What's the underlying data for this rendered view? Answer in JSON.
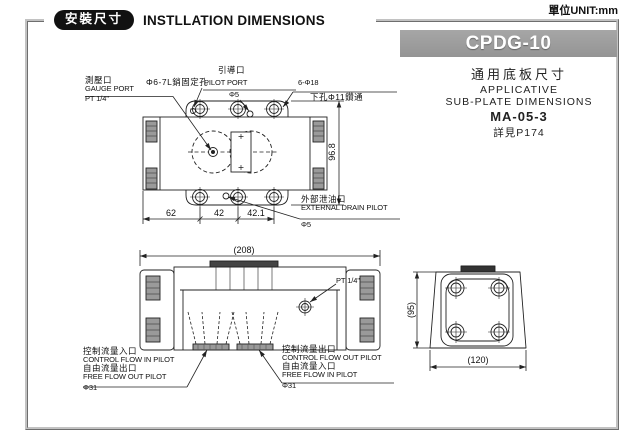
{
  "meta": {
    "unit_note": "單位UNIT:mm"
  },
  "header": {
    "badge": "安裝尺寸",
    "title": "INSTLLATION DIMENSIONS"
  },
  "banner": {
    "model": "CPDG-10"
  },
  "info_panel": {
    "title_zh": "通用底板尺寸",
    "subtitle1": "APPLICATIVE",
    "subtitle2": "SUB-PLATE DIMENSIONS",
    "model_code": "MA-05-3",
    "reference": "詳見P174"
  },
  "top_view": {
    "callouts": {
      "gauge": {
        "zh": "測壓口",
        "en": "GAUGE PORT",
        "size": "PT 1/4\""
      },
      "pin": {
        "text": "Φ6-7L銷固定孔"
      },
      "pilot": {
        "zh": "引導口",
        "en": "PILOT PORT",
        "size": "Φ5"
      },
      "bolt": {
        "line1": "6-Φ18",
        "line2": "下孔Φ11鑽通"
      },
      "drain": {
        "zh": "外部泄油口",
        "en": "EXTERNAL DRAIN PILOT",
        "size": "Φ5"
      }
    },
    "dims": {
      "height": "96.8",
      "seg1": "62",
      "seg2": "42",
      "seg3": "42.1"
    }
  },
  "front_view": {
    "dims": {
      "width": "(208)"
    },
    "pt_port": "PT 1/4\"",
    "callout_left": {
      "zh1": "控制流量入口",
      "en1": "CONTROL FLOW IN PILOT",
      "zh2": "自由流量出口",
      "en2": "FREE FLOW OUT PILOT",
      "size": "Φ31"
    },
    "callout_right": {
      "zh1": "控制流量出口",
      "en1": "CONTROL FLOW OUT PILOT",
      "zh2": "自由流量入口",
      "en2": "FREE FLOW IN PILOT",
      "size": "Φ31"
    }
  },
  "side_view": {
    "dims": {
      "height": "(95)",
      "width": "(120)"
    }
  },
  "colors": {
    "banner_bg": "#9b9b9b",
    "badge_bg": "#111111",
    "line_color": "#222222"
  }
}
